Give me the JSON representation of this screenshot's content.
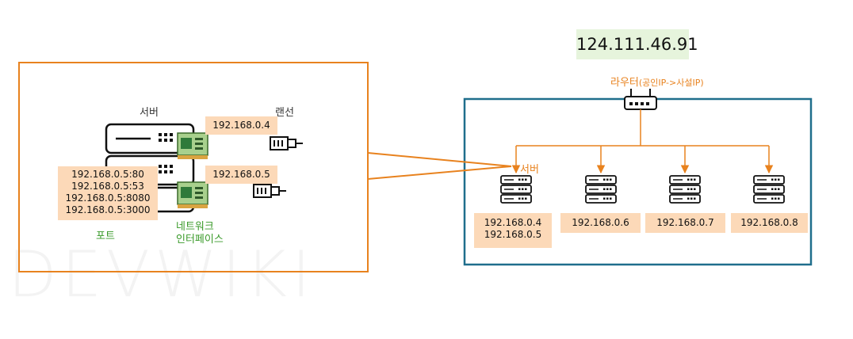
{
  "public_ip": "124.111.46.91",
  "router": {
    "label": "라우터",
    "sublabel": "(공인IP->사설IP)"
  },
  "zoom_panel": {
    "server_label": "서버",
    "lan_label": "랜선",
    "ports_label": "포트",
    "nic_label_line1": "네트워크",
    "nic_label_line2": "인터페이스",
    "nic_ips": [
      "192.168.0.4",
      "192.168.0.5"
    ],
    "ports": [
      "192.168.0.5:80",
      "192.168.0.5:53",
      "192.168.0.5:8080",
      "192.168.0.5:3000"
    ]
  },
  "network_panel": {
    "server_label": "서버",
    "servers": [
      {
        "ips": [
          "192.168.0.4",
          "192.168.0.5"
        ]
      },
      {
        "ips": [
          "192.168.0.6"
        ]
      },
      {
        "ips": [
          "192.168.0.7"
        ]
      },
      {
        "ips": [
          "192.168.0.8"
        ]
      }
    ]
  },
  "watermark": "DEVWIKI",
  "colors": {
    "orange": "#e8821e",
    "teal": "#1f6e8c",
    "peach": "#fcd9b8",
    "green_bg": "#e6f4dc",
    "green_text": "#3a9a2a"
  }
}
